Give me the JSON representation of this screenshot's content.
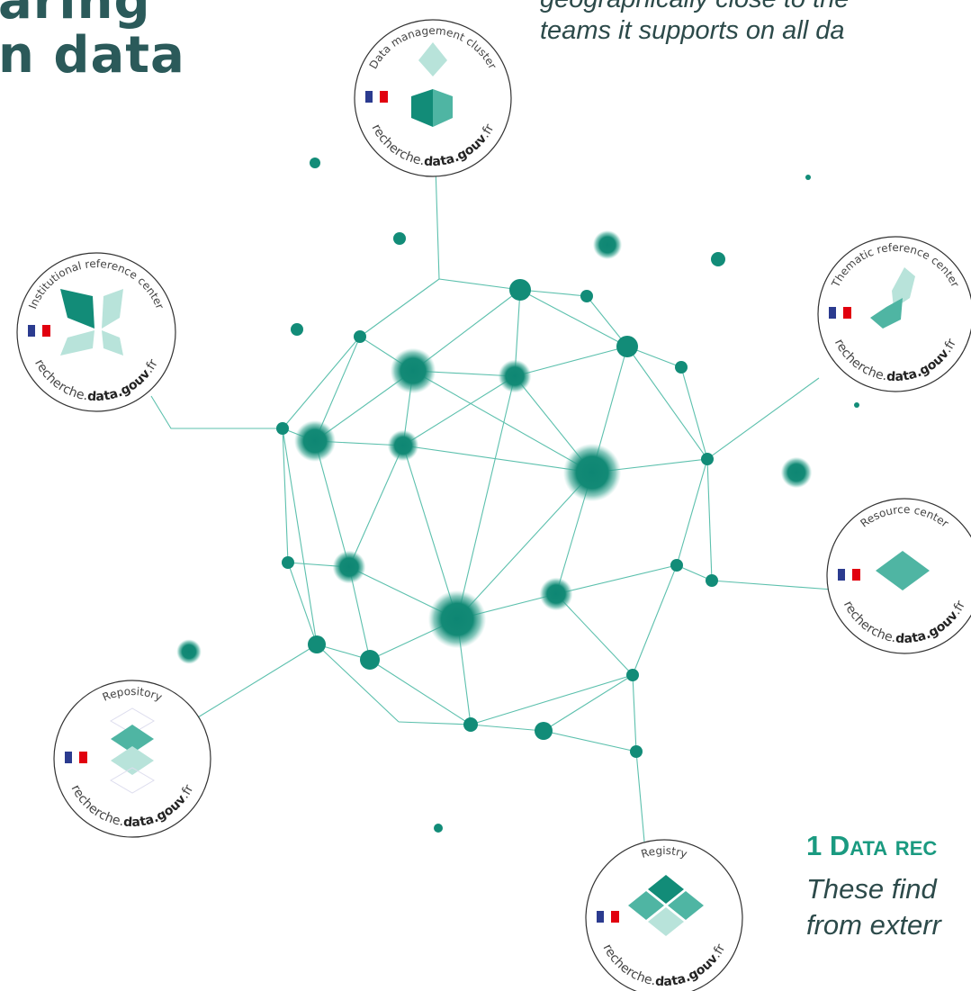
{
  "header": {
    "title_line1": "aring",
    "title_line2": "n data",
    "intro_line1": "geographically close to the",
    "intro_line2": "teams it supports on all da"
  },
  "badges": {
    "domain_text": "recherche.data.gouv.fr",
    "domain_prefix": "recherche.",
    "domain_bold": "data.gouv",
    "domain_suffix": ".fr",
    "data_management_cluster": "Data management cluster",
    "institutional_reference_center": "Institutional reference center",
    "thematic_reference_center": "Thematic reference center",
    "resource_center": "Resource center",
    "repository": "Repository",
    "registry": "Registry"
  },
  "footer": {
    "heading": "1 Data rec",
    "line1": "These find",
    "line2": "from exterr"
  },
  "colors": {
    "title": "#2b5a5a",
    "accent": "#1a9a80",
    "node": "#128c78",
    "edge": "#5cc0ad",
    "light_teal": "#b8e3da",
    "flag_blue": "#2b3b8f",
    "flag_red": "#e1000f"
  }
}
